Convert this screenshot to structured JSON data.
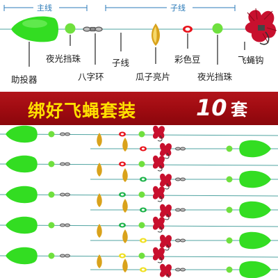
{
  "top_labels": {
    "main_line": "主线",
    "sub_line": "子线"
  },
  "component_labels": {
    "casting_float": "助投器",
    "glow_bead": "夜光挡珠",
    "swivel": "八字环",
    "sub_line": "子线",
    "spinner_blade": "瓜子亮片",
    "color_bean": "彩色豆",
    "glow_bead_right": "夜光挡珠",
    "fly_hook": "飞蝇钩"
  },
  "banner": {
    "title": "绑好飞蝇套装",
    "count": "10",
    "unit": "套"
  },
  "colors": {
    "float_green": "#33dd22",
    "bead_green": "#6fe03e",
    "banner_red": "#a50e14",
    "banner_text_yellow": "#ffe000",
    "line_color": "#4fa3a0",
    "fly_red": "#c8102e",
    "blade_gold": "#d9a21b",
    "annotation_blue": "#2a7ab8"
  },
  "icons": [
    "casting-float-icon",
    "glow-bead-icon",
    "swivel-icon",
    "spinner-blade-icon",
    "color-bean-icon",
    "fly-hook-icon"
  ]
}
